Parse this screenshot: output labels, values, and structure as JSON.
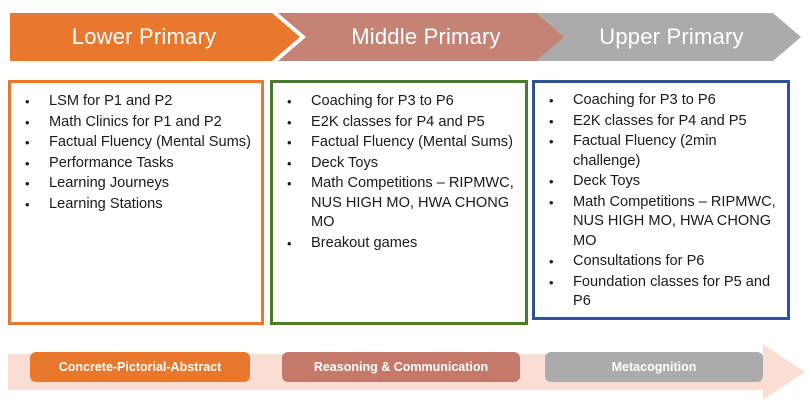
{
  "header": {
    "stages": [
      {
        "label": "Lower Primary",
        "color": "#E8782D"
      },
      {
        "label": "Middle Primary",
        "color": "#C58375"
      },
      {
        "label": "Upper Primary",
        "color": "#ABABAB"
      }
    ]
  },
  "columns": [
    {
      "name": "lower-primary",
      "border_color": "#E8782D",
      "items": [
        "LSM for P1 and P2",
        "Math Clinics for P1 and P2",
        "Factual Fluency (Mental Sums)",
        "Performance Tasks",
        "Learning Journeys",
        "Learning Stations"
      ]
    },
    {
      "name": "middle-primary",
      "border_color": "#4A7A2E",
      "items": [
        "Coaching for P3 to P6",
        "E2K classes for P4 and P5",
        "Factual Fluency (Mental Sums)",
        "Deck Toys",
        "Math Competitions – RIPMWC, NUS HIGH MO, HWA CHONG MO",
        "Breakout games"
      ]
    },
    {
      "name": "upper-primary",
      "border_color": "#2E5496",
      "items": [
        "Coaching for P3 to P6",
        "E2K classes for P4 and P5",
        "Factual Fluency (2min challenge)",
        "Deck Toys",
        "Math Competitions – RIPMWC, NUS HIGH MO, HWA CHONG MO",
        "Consultations for P6",
        "Foundation classes for P5 and P6"
      ]
    }
  ],
  "footer": {
    "band_color": "#FADDD3",
    "pills": [
      {
        "label": "Concrete-Pictorial-Abstract",
        "color": "#E8782D"
      },
      {
        "label": "Reasoning & Communication",
        "color": "#C4796B"
      },
      {
        "label": "Metacognition",
        "color": "#ABABAB"
      }
    ]
  },
  "bullet_glyph": "•"
}
